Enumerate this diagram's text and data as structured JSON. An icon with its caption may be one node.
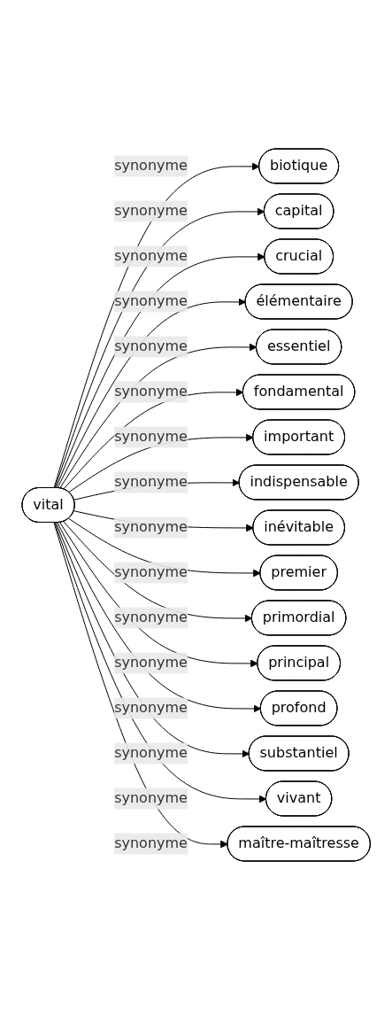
{
  "diagram": {
    "nodes": [
      {
        "text": [
          "vital"
        ]
      },
      {
        "text": [
          "biotique"
        ]
      },
      {
        "text": [
          "capital"
        ]
      },
      {
        "text": [
          "crucial"
        ]
      },
      {
        "text": [
          "élémentaire"
        ]
      },
      {
        "text": [
          "essentiel"
        ]
      },
      {
        "text": [
          "fondamental"
        ]
      },
      {
        "text": [
          "important"
        ]
      },
      {
        "text": [
          "indispensable"
        ]
      },
      {
        "text": [
          "inévitable"
        ]
      },
      {
        "text": [
          "premier"
        ]
      },
      {
        "text": [
          "primordial"
        ]
      },
      {
        "text": [
          "principal"
        ]
      },
      {
        "text": [
          "profond"
        ]
      },
      {
        "text": [
          "substantiel"
        ]
      },
      {
        "text": [
          "vivant"
        ]
      },
      {
        "text": [
          "maître-maîtresse"
        ]
      }
    ],
    "edges": [
      {
        "from": 0,
        "to": 1,
        "arrow": "to",
        "label": "synonyme"
      },
      {
        "from": 0,
        "to": 2,
        "arrow": "to",
        "label": "synonyme"
      },
      {
        "from": 0,
        "to": 3,
        "arrow": "to",
        "label": "synonyme"
      },
      {
        "from": 0,
        "to": 4,
        "arrow": "to",
        "label": "synonyme"
      },
      {
        "from": 0,
        "to": 5,
        "arrow": "to",
        "label": "synonyme"
      },
      {
        "from": 0,
        "to": 6,
        "arrow": "to",
        "label": "synonyme"
      },
      {
        "from": 0,
        "to": 7,
        "arrow": "to",
        "label": "synonyme"
      },
      {
        "from": 0,
        "to": 8,
        "arrow": "to",
        "label": "synonyme"
      },
      {
        "from": 0,
        "to": 9,
        "arrow": "to",
        "label": "synonyme"
      },
      {
        "from": 0,
        "to": 10,
        "arrow": "to",
        "label": "synonyme"
      },
      {
        "from": 0,
        "to": 11,
        "arrow": "to",
        "label": "synonyme"
      },
      {
        "from": 0,
        "to": 12,
        "arrow": "to",
        "label": "synonyme"
      },
      {
        "from": 0,
        "to": 13,
        "arrow": "to",
        "label": "synonyme"
      },
      {
        "from": 0,
        "to": 14,
        "arrow": "to",
        "label": "synonyme"
      },
      {
        "from": 0,
        "to": 15,
        "arrow": "to",
        "label": "synonyme"
      },
      {
        "from": 0,
        "to": 16,
        "arrow": "to",
        "label": "synonyme"
      }
    ]
  }
}
